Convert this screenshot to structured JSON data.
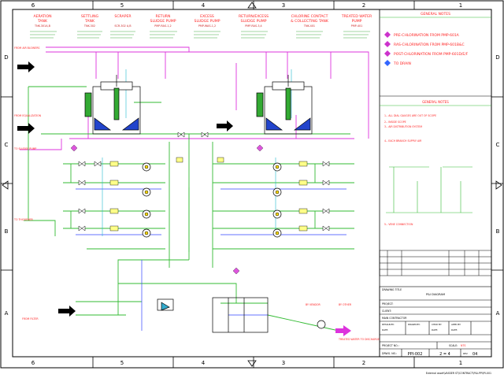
{
  "border": {
    "columns": [
      "6",
      "5",
      "4",
      "3",
      "2",
      "1"
    ],
    "rows": [
      "D",
      "C",
      "B",
      "A"
    ]
  },
  "equipment_headers": [
    {
      "title_1": "AERATION",
      "title_2": "TANK",
      "tag": "TNK-301A,B"
    },
    {
      "title_1": "SETTLING",
      "title_2": "TANK",
      "tag": "TNK-302"
    },
    {
      "title_1": "SCRAPER",
      "title_2": "",
      "tag": "SCR-302 A,B"
    },
    {
      "title_1": "RETURN",
      "title_2": "SLUDGE PUMP",
      "tag": "PMP-RAS-1,2"
    },
    {
      "title_1": "EXCESS",
      "title_2": "SLUDGE PUMP",
      "tag": "PMP-WAS-1,2"
    },
    {
      "title_1": "RETURN/EXCESS",
      "title_2": "SLUDGE PUMP",
      "tag": "PMP-RAS-3,4"
    },
    {
      "title_1": "CHLORINE CONTACT",
      "title_2": "& COLLECTING TANK",
      "tag": "TNK-401"
    },
    {
      "title_1": "TREATED WATER",
      "title_2": "PUMP",
      "tag": "PMP-401"
    }
  ],
  "general_notes": {
    "title": "GENERAL NOTES",
    "legend": [
      {
        "text": "PRE-CHLORINATION FROM PMP-601A",
        "color": "#cc33cc"
      },
      {
        "text": "RAS-CHLORINATION FROM PMP-601B&C",
        "color": "#cc33cc"
      },
      {
        "text": "POST-CHLORINATION FROM PMP-601D/E/F",
        "color": "#cc33cc"
      },
      {
        "text": "TO DRAIN",
        "color": "#3366ff"
      }
    ]
  },
  "general_notes_2": {
    "title": "GENERAL NOTES",
    "items": [
      "1.- ALL DIAL GAUGES ARE OUT OF SCOPE",
      "2.- INSIDE SCOPE",
      "3.- AIR DISTRIBUTION SYSTEM",
      "4.- EACH BRANCH SUPPLY AIR",
      "5.- VENE CONNECTION"
    ]
  },
  "arrows": {
    "in_top_left": "FROM AIR BLOWERS",
    "in_mid_left": "FROM EQUALIZATION",
    "to_sludge": "TO SLUDGE PUMP",
    "to_thickener": "TO THICKENER",
    "in_bottom_left": "FROM FILTER",
    "by_vendor": "BY VENDOR",
    "by_other": "BY OTHER",
    "to_discharge": "TREATED WATER TO DISCHARGE"
  },
  "title_block": {
    "drawing_title_label": "DRAWING TITLE",
    "drawing_title": "P&I DIAGRAM",
    "project_label": "PROJECT:",
    "client_label": "CLIENT:",
    "main_contractor_label": "MAIN CONTRACTOR",
    "design_by": "DESIGN BY:",
    "drawn_by": "DRAWN BY:",
    "chkd_by": "CHKD BY:",
    "appd_by": "APPD BY:",
    "date": "DATE:",
    "project_no_label": "PROJECT NO.:",
    "scale_label": "SCALE:",
    "scale_value": "NTS",
    "drwg_no_label": "DRWG. NO.:",
    "drwg_no": "PPI-002",
    "sheet": "2 = 4",
    "rev": "REV.",
    "rev_value": "04",
    "file_path": "External asset\\VASSER ST\\CONTRACT\\P&I-PPI\\PI-001"
  }
}
